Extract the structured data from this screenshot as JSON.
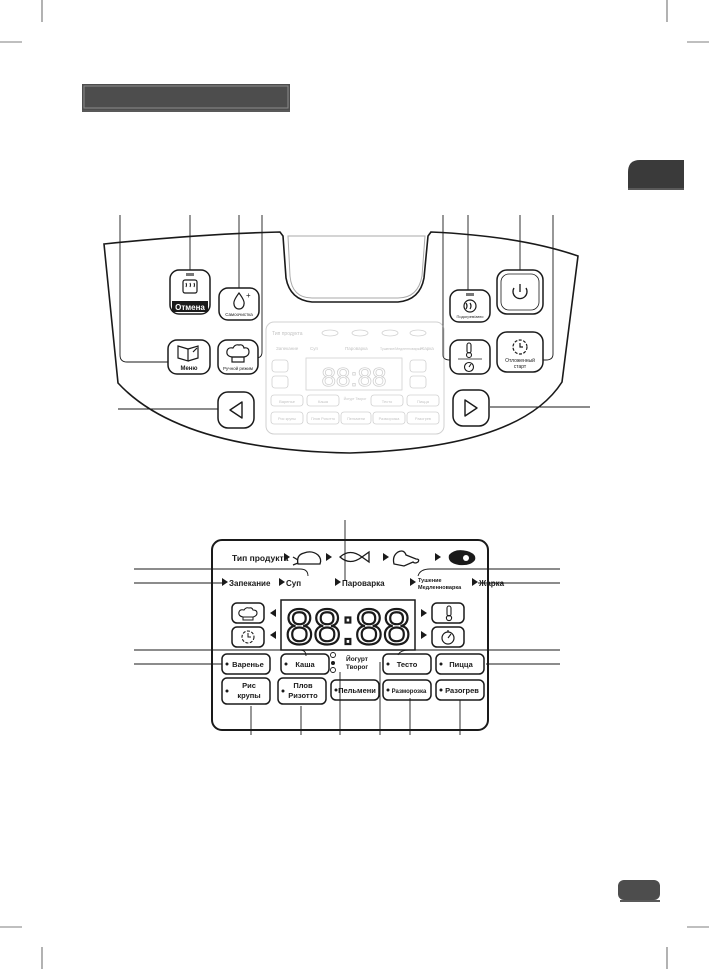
{
  "header": {
    "section_bar_text": "",
    "side_tab_text": "",
    "page_number": ""
  },
  "panel": {
    "buttons": {
      "cancel": "Отмена",
      "cleaning": "Самоочистка",
      "menu": "Меню",
      "manual": "Ручной режим",
      "keep_warm": "Подогрев/авто",
      "delayed_start_line1": "Отложенный",
      "delayed_start_line2": "старт"
    },
    "mini_display": {
      "product_type": "Тип продукта",
      "modes": [
        "Запекание",
        "Суп",
        "Пароварка",
        "Тушение/Медленноварка",
        "Жарка"
      ],
      "time": "88:88",
      "programs_row1": [
        "Варенье",
        "Каша",
        "Йогурт Творог",
        "Тесто",
        "Пицца"
      ],
      "programs_row2": [
        "Рис крупы",
        "Плов Ризотто",
        "Пельмени",
        "Разморозка",
        "Разогрев"
      ]
    }
  },
  "display": {
    "product_type_label": "Тип продукта",
    "modes": {
      "bake": "Запекание",
      "soup": "Суп",
      "steam": "Пароварка",
      "stew_line1": "Тушение",
      "stew_line2": "Медленноварка",
      "fry": "Жарка"
    },
    "time_readout": "88:88",
    "programs": {
      "jam": "Варенье",
      "porridge": "Каша",
      "yogurt_line1": "Йогурт",
      "yogurt_line2": "Творог",
      "dough": "Тесто",
      "pizza": "Пицца",
      "rice_line1": "Рис",
      "rice_line2": "крупы",
      "pilaf_line1": "Плов",
      "pilaf_line2": "Ризотто",
      "dumplings": "Пельмени",
      "defrost": "Разморозка",
      "reheat": "Разогрев"
    }
  },
  "colors": {
    "ink": "#1a1a1a",
    "gray": "#4d4d4d",
    "light_gray": "#c8c8c8",
    "tab": "#3a3a3a"
  }
}
